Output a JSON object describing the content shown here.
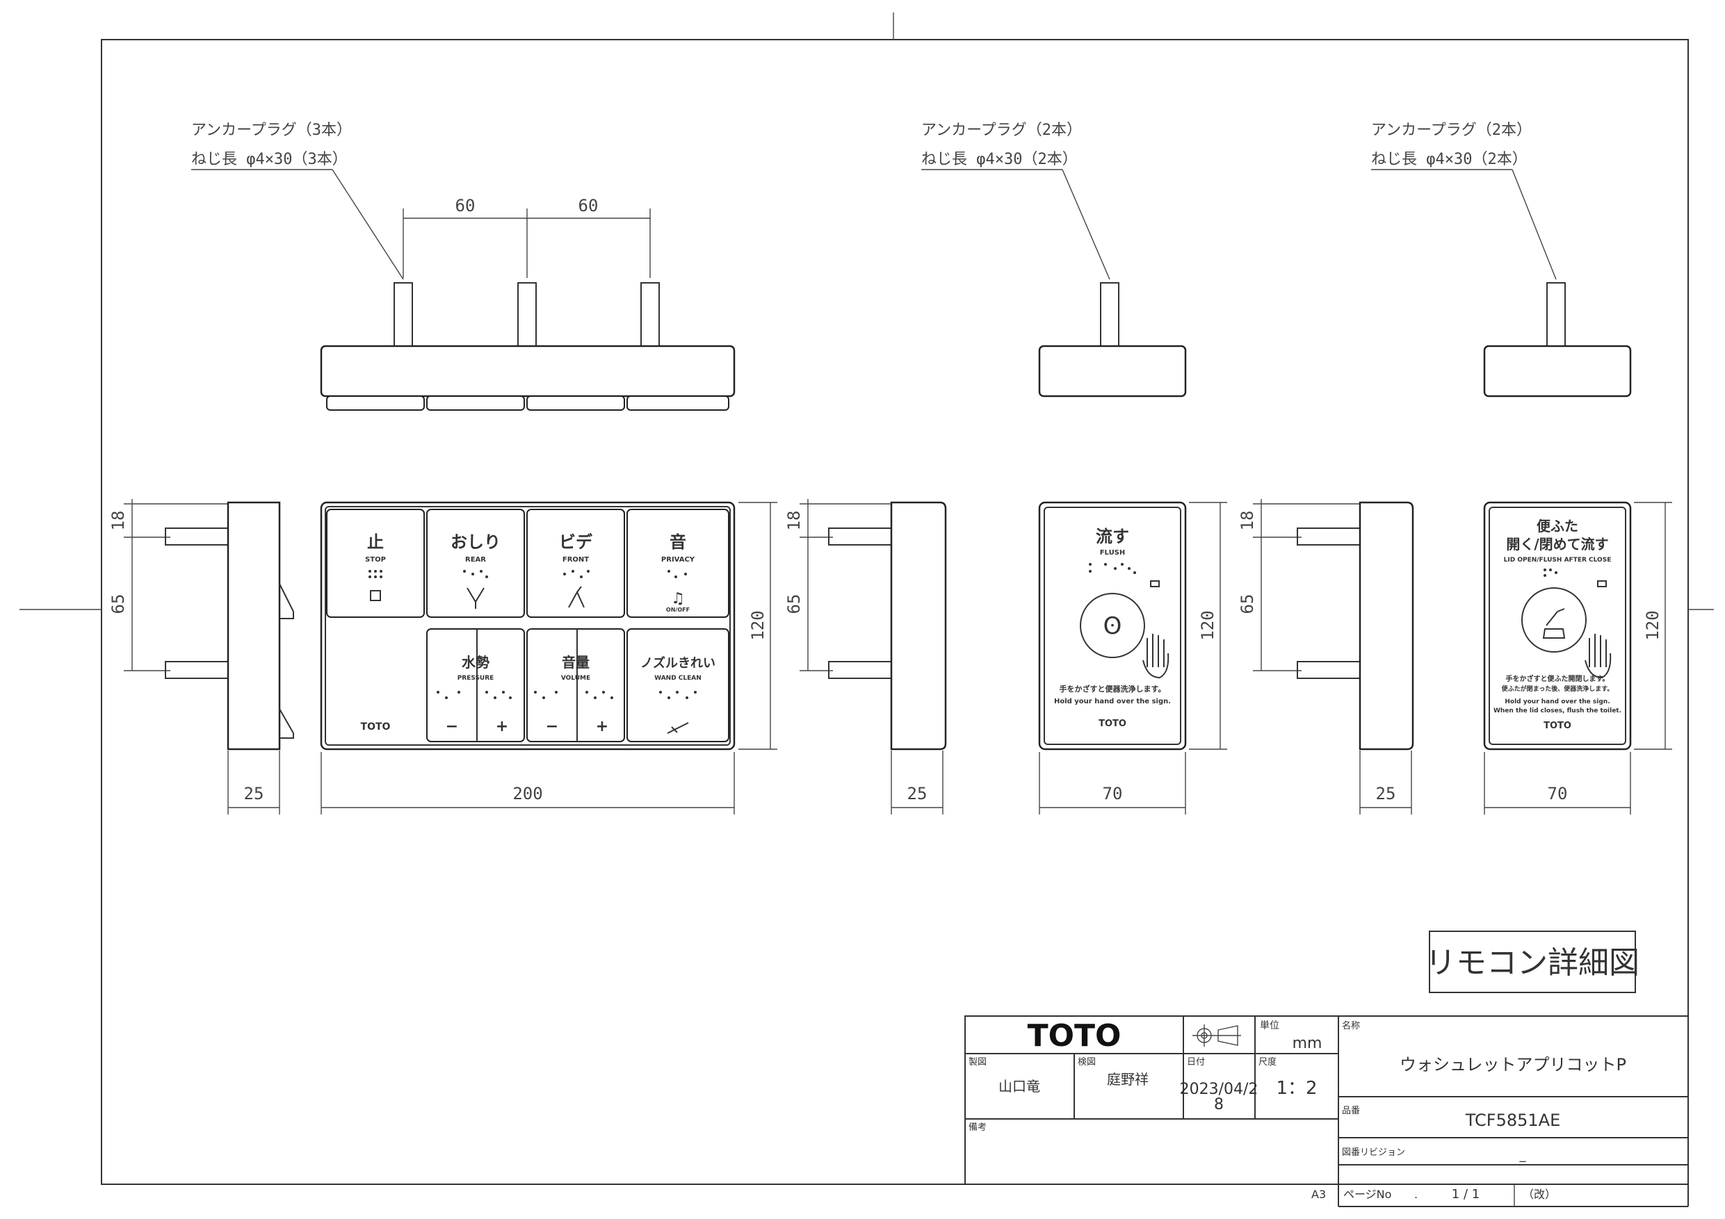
{
  "annotations": {
    "left_plug": "アンカープラグ（3本）",
    "left_screw": "ねじ長 φ4×30（3本）",
    "mid_plug": "アンカープラグ（2本）",
    "mid_screw": "ねじ長 φ4×30（2本）",
    "right_plug": "アンカープラグ（2本）",
    "right_screw": "ねじ長 φ4×30（2本）"
  },
  "dimensions": {
    "spacing_a": "60",
    "spacing_b": "60",
    "top_offset": "18",
    "anchor_gap": "65",
    "height": "120",
    "depth": "25",
    "width_main": "200",
    "width_small": "70"
  },
  "remote_main": {
    "buttons": [
      {
        "jp": "止",
        "en": "STOP"
      },
      {
        "jp": "おしり",
        "en": "REAR"
      },
      {
        "jp": "ビデ",
        "en": "FRONT"
      },
      {
        "jp": "音",
        "en": "PRIVACY",
        "sub": "ON/OFF"
      },
      {
        "jp": "水勢",
        "en": "PRESSURE",
        "minus": "−",
        "plus": "+"
      },
      {
        "jp": "音量",
        "en": "VOLUME",
        "minus": "−",
        "plus": "+"
      },
      {
        "jp": "ノズルきれい",
        "en": "WAND CLEAN"
      }
    ],
    "logo": "TOTO"
  },
  "remote_flush": {
    "title": "流す",
    "sub": "FLUSH",
    "jp_text": "手をかざすと便器洗浄します。",
    "en_text": "Hold your hand over the sign.",
    "logo": "TOTO"
  },
  "remote_lid": {
    "title1": "便ふた",
    "title2": "開く/閉めて流す",
    "sub": "LID OPEN/FLUSH AFTER CLOSE",
    "jp1": "手をかざすと便ふた開閉します。",
    "jp2": "便ふたが閉まった後、便器洗浄します。",
    "en1": "Hold your hand over the sign.",
    "en2": "When the lid closes, flush the toilet.",
    "logo": "TOTO"
  },
  "drawing_title": "リモコン詳細図",
  "title_block": {
    "company": "TOTO",
    "unit_label": "単位",
    "unit": "mm",
    "drawn_label": "製図",
    "drawn": "山口竜",
    "checked_label": "検図",
    "checked": "庭野祥",
    "date_label": "日付",
    "date_line1": "2023/04/2",
    "date_line2": "8",
    "scale_label": "尺度",
    "scale": "1：2",
    "name_label": "名称",
    "name": "ウォシュレットアプリコットP",
    "part_label": "品番",
    "part": "TCF5851AE",
    "notes_label": "備考",
    "revision_label": "図番リビジョン",
    "revision": "_",
    "page_label": "ページNo",
    "page_dot": ".",
    "page": "1 / 1",
    "page_note": "（改）",
    "paper": "A3"
  }
}
